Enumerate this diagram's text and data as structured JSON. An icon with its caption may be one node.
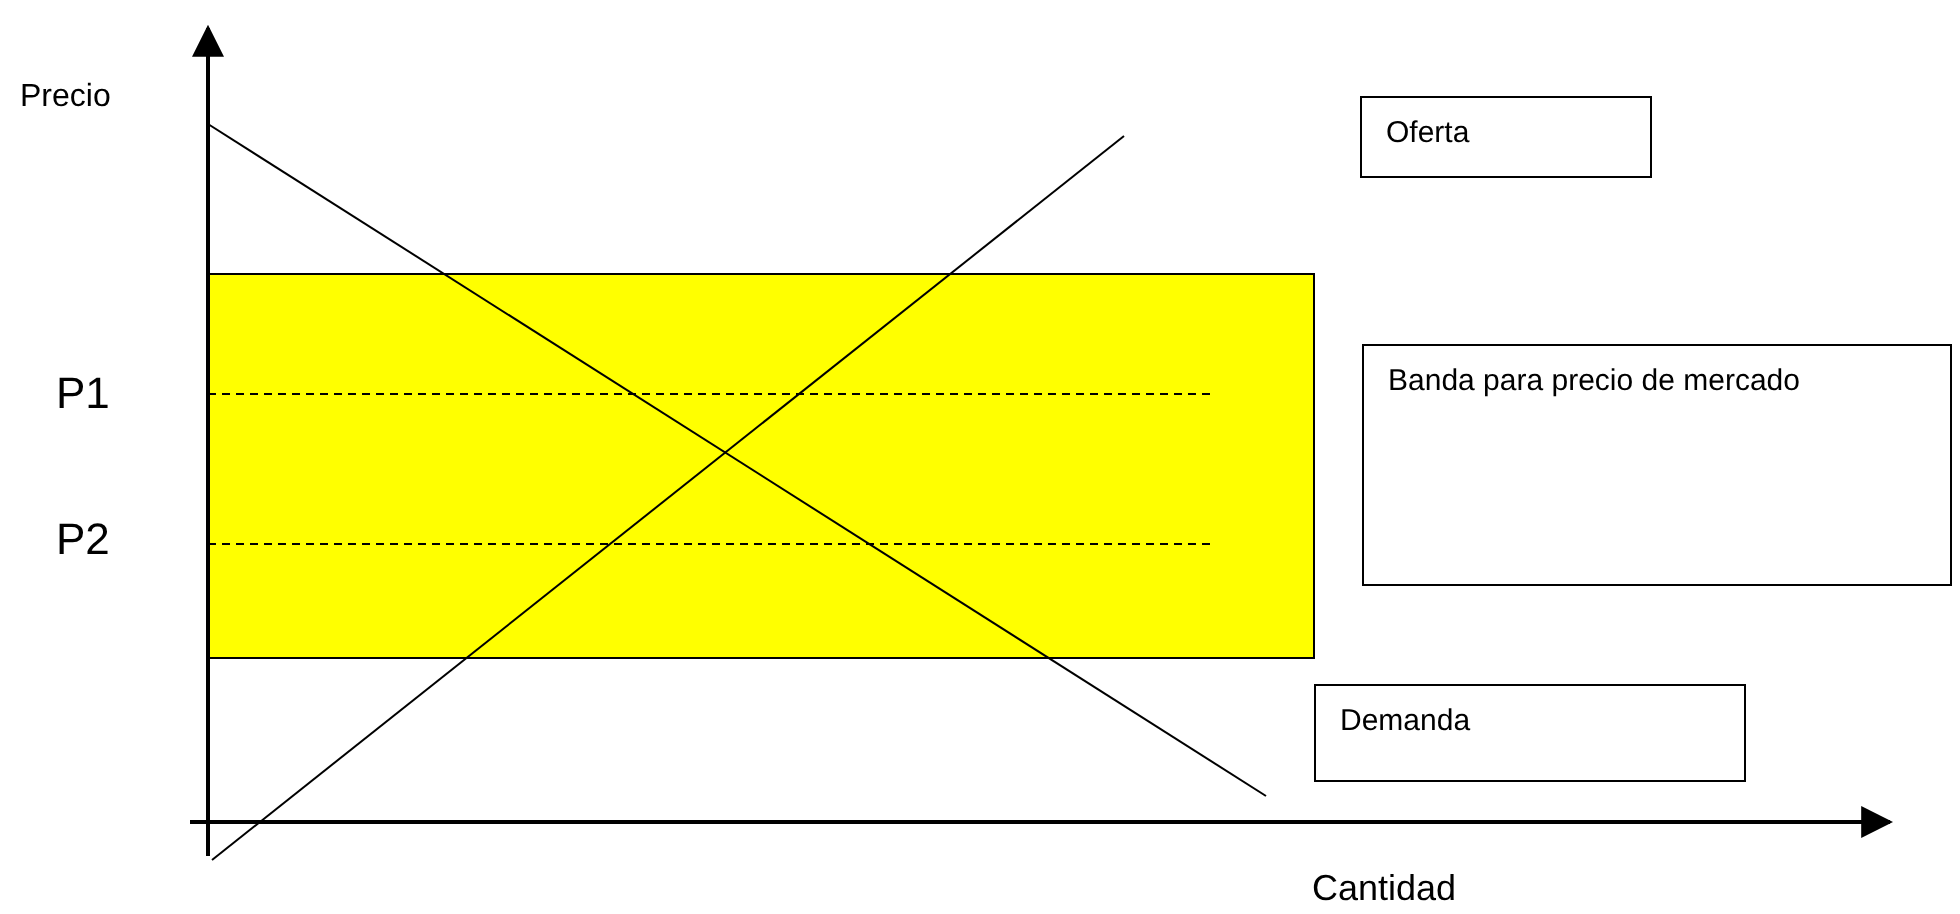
{
  "diagram": {
    "nodes": [
      {
        "text": [
          "Oferta"
        ]
      },
      {
        "text": [
          "Banda para precio de mercado"
        ]
      },
      {
        "text": [
          "Demanda"
        ]
      }
    ],
    "labels": [
      "Precio",
      "P1",
      "P2",
      "Cantidad"
    ]
  }
}
